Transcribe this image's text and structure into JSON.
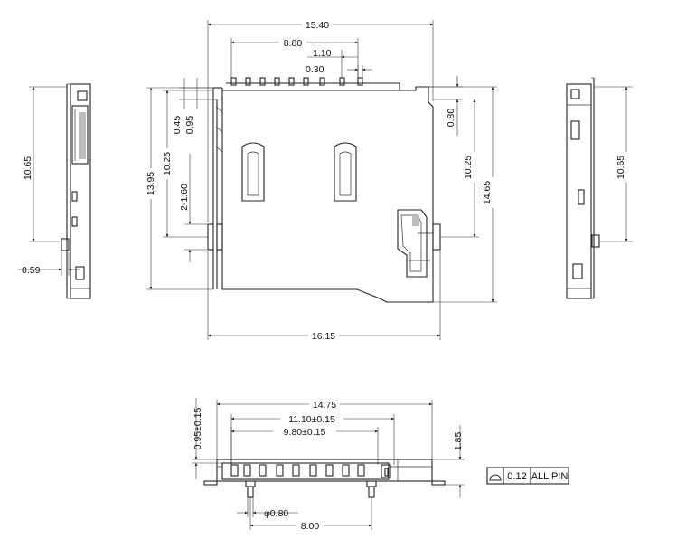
{
  "top_view": {
    "overall_width": "15.40",
    "contact_span": "8.80",
    "pin_pitch": "1.10",
    "pin_width": "0.30",
    "body_length": "16.15",
    "left_height": "13.95",
    "left_inner": "10.25",
    "left_offset_a": "0.45",
    "left_offset_b": "0.95",
    "left_slot": "2-1.60",
    "right_offset": "0.80",
    "right_inner": "10.25",
    "right_height": "14.65"
  },
  "side_views": {
    "left_height": "10.65",
    "left_offset": "0.59",
    "right_height": "10.65"
  },
  "front_view": {
    "overall_width": "14.75",
    "span_a": "11.10±0.15",
    "span_b": "9.80±0.15",
    "top_offset": "0.95±0.15",
    "height": "1.85",
    "peg_dia": "φ0.80",
    "peg_span": "8.00"
  },
  "tolerance_frame": {
    "value": "0.12",
    "note": "ALL PIN"
  }
}
